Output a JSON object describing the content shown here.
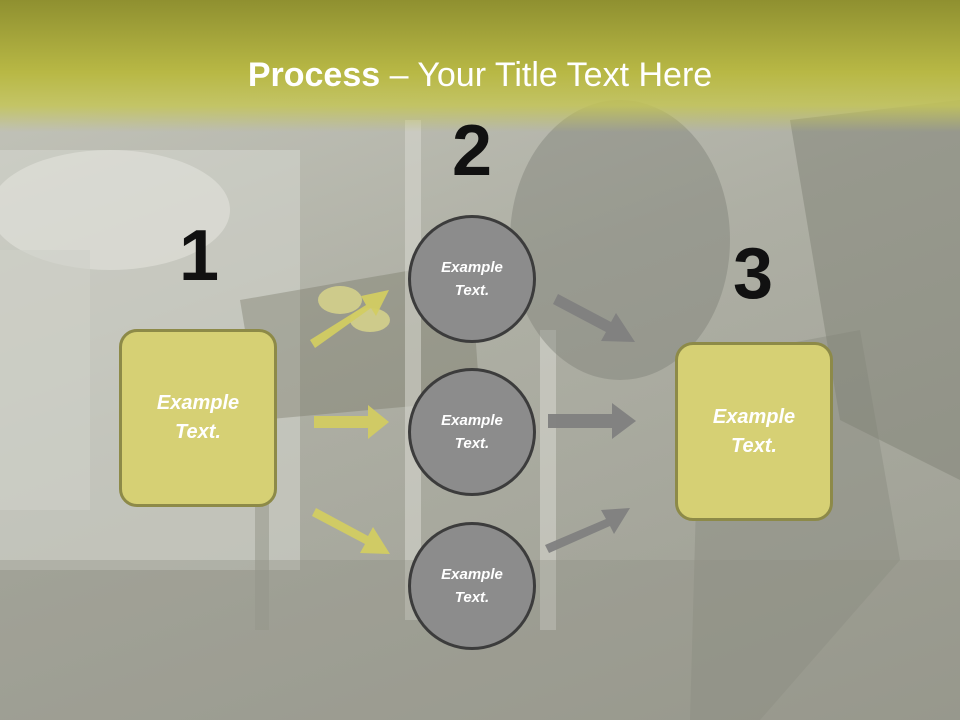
{
  "slide": {
    "title_bold": "Process",
    "title_rest": " – Your Title Text Here",
    "steps": {
      "num1": "1",
      "num2": "2",
      "num3": "3"
    },
    "box_left": "Example\nText.",
    "box_right": "Example\nText.",
    "circles": [
      "Example\nText.",
      "Example\nText.",
      "Example\nText."
    ]
  },
  "colors": {
    "header": "#b8b845",
    "box_fill": "#d6d074",
    "box_border": "#8d8a48",
    "circle_fill": "#8c8c8c",
    "circle_border": "#3c3c3c",
    "arrow_yellow": "#d2cc62",
    "arrow_gray": "#808080"
  }
}
